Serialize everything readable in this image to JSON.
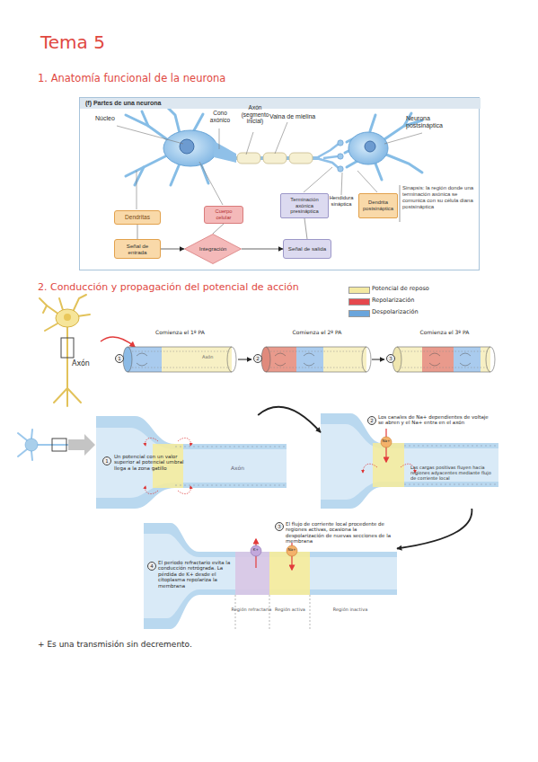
{
  "diagram": {
    "title": "Tema 5",
    "nodes": [
      {
        "text": [
          "(f) Partes de una neurona"
        ]
      },
      {
        "text": [
          "Dendritas"
        ],
        "in": 0
      },
      {
        "text": [
          "Cuerpo celular"
        ],
        "in": 0
      },
      {
        "text": [
          "Terminación axónica presináptica"
        ],
        "in": 0
      },
      {
        "text": [
          "Dendrita postsináptica"
        ],
        "in": 0
      },
      {
        "text": [
          "Señal de entrada"
        ],
        "in": 0
      },
      {
        "text": [
          "Integración"
        ],
        "in": 0
      },
      {
        "text": [
          "Señal de salida"
        ],
        "in": 0
      },
      {
        "text": [
          "Comienza el 1º PA",
          "1",
          "Axón"
        ]
      },
      {
        "text": [
          "Comienza el 2º PA",
          "2"
        ]
      },
      {
        "text": [
          "Comienza el 3º PA",
          "3"
        ]
      },
      {
        "text": [
          "1",
          "Un potencial con un valor superior al potencial umbral llega a la zona gatillo",
          "Axón"
        ]
      },
      {
        "text": [
          "2",
          "Los canales de Na+ dependientes de voltaje se abren y el Na+ entra en el axón",
          "Na+",
          "Las cargas positivas fluyen hacia regiones adyacentes mediante flujo de corriente local"
        ]
      },
      {
        "text": [
          "3",
          "El flujo de corriente local procedente de regiones activas, ocasiona la despolarización de nuevas secciones de la membrana",
          "4",
          "El periodo refractario evita la conducción retrógrada. La pérdida de K+ desde el citoplasma repolariza la membrana",
          "K+",
          "Na+",
          "Región refractaria",
          "Región activa",
          "Región inactiva"
        ]
      }
    ],
    "edges": [
      {
        "from": 5,
        "to": 6,
        "arrow": "to"
      },
      {
        "from": 6,
        "to": 7,
        "arrow": "to"
      },
      {
        "from": 1,
        "to": 5,
        "arrow": "none"
      },
      {
        "from": 2,
        "to": 6,
        "arrow": "none"
      },
      {
        "from": 3,
        "to": 7,
        "arrow": "none"
      },
      {
        "from": 8,
        "to": 9,
        "arrow": "to"
      },
      {
        "from": 9,
        "to": 10,
        "arrow": "to"
      },
      {
        "from": 11,
        "to": 12,
        "arrow": "to"
      },
      {
        "from": 12,
        "to": 13,
        "arrow": "to"
      }
    ],
    "labels": [
      "1. Anatomía funcional de la neurona",
      "Núcleo",
      "Cono axónico",
      "Axón (segmento inicial)",
      "Vaina de mielina",
      "Neurona postsináptica",
      "Hendidura sináptica",
      "Sinapsis: la región donde una terminación axónica se comunica con su célula diana postsináptica",
      "2. Conducción y propagación del potencial de acción",
      "Axón",
      "+ Es una transmisión sin decremento."
    ],
    "legend": [
      {
        "text": "Potencial de reposo",
        "color": "#f3e9a2"
      },
      {
        "text": "Repolarización",
        "color": "#e5484d"
      },
      {
        "text": "Despolarización",
        "color": "#6aa5dc"
      }
    ]
  }
}
